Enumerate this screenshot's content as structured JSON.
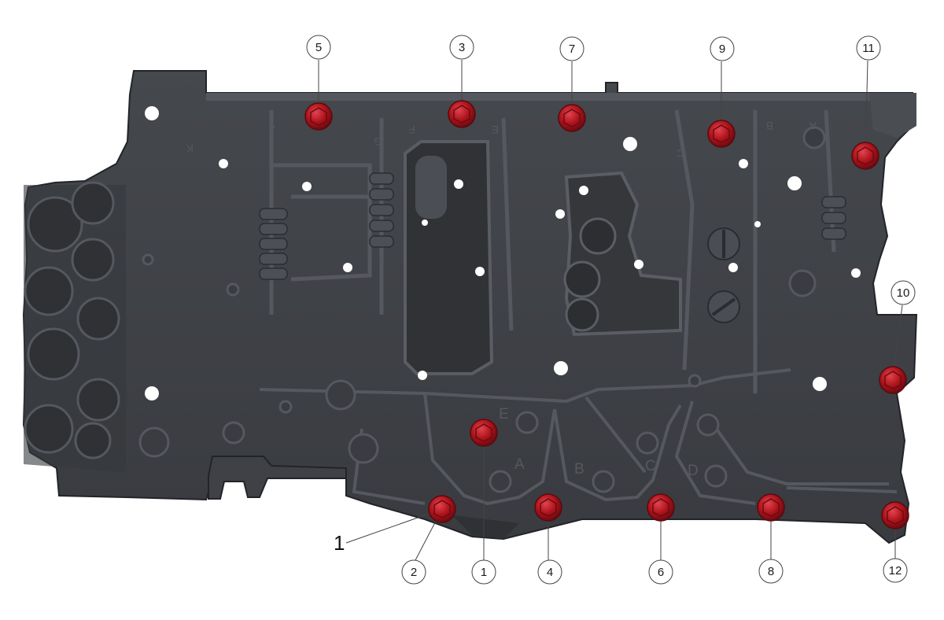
{
  "diagram": {
    "part_label": "1",
    "colors": {
      "body": "#3e4045",
      "body_dark": "#2c2e32",
      "body_light": "#56595f",
      "bolt_red": "#b0141c",
      "bolt_red_light": "#e0404a",
      "callout_line": "#444444"
    },
    "bolt_callouts": [
      {
        "label": "1"
      },
      {
        "label": "2"
      },
      {
        "label": "3"
      },
      {
        "label": "4"
      },
      {
        "label": "5"
      },
      {
        "label": "6"
      },
      {
        "label": "7"
      },
      {
        "label": "8"
      },
      {
        "label": "9"
      },
      {
        "label": "10"
      },
      {
        "label": "11"
      },
      {
        "label": "12"
      }
    ],
    "embossed_letters": {
      "lower": [
        "E",
        "A",
        "B",
        "C",
        "D"
      ],
      "upper": [
        "J",
        "G",
        "F",
        "E",
        "B",
        "A",
        "K",
        "C"
      ]
    }
  }
}
